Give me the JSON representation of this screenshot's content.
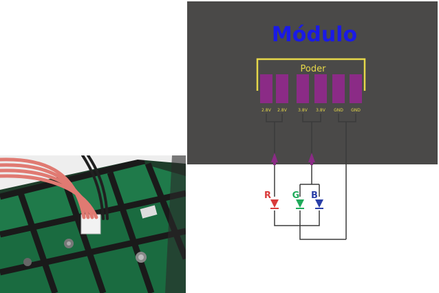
{
  "diagram": {
    "title": "Módulo",
    "power_label": "Poder",
    "pins": [
      "2.8V",
      "2.8V",
      "3.8V",
      "3.8V",
      "GND",
      "GND"
    ],
    "leds": [
      {
        "label": "R",
        "color": "#d93a3a"
      },
      {
        "label": "G",
        "color": "#1faa5a"
      },
      {
        "label": "B",
        "color": "#2a3fa8"
      }
    ],
    "colors": {
      "module_bg": "#4a4948",
      "title": "#1a1ae6",
      "pin": "#8b2b86",
      "bracket": "#e6d84a",
      "wire": "#3a3a3a",
      "arrow": "#8b2b86"
    }
  },
  "photo": {
    "description_icon": "led-panel-photo"
  }
}
